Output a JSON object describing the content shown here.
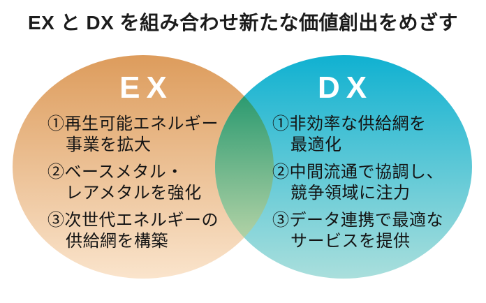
{
  "title": "EX と DX を組み合わせ新たな価値創出をめざす",
  "diagram": {
    "left": {
      "label": "EX",
      "items": [
        "①再生可能エネルギー\n事業を拡大",
        "②ベースメタル・\nレアメタルを強化",
        "③次世代エネルギーの\n供給網を構築"
      ]
    },
    "right": {
      "label": "DX",
      "items": [
        "①非効率な供給網を\n最適化",
        "②中間流通で協調し、\n競争領域に注力",
        "③データ連携で最適な\nサービスを提供"
      ]
    },
    "overlap_meaning": ""
  },
  "colors": {
    "ex_top": "#dd9c5c",
    "ex_bottom": "#fae4cc",
    "dx_top": "#10b1d1",
    "dx_bottom": "#aadfdc",
    "overlap_top": "#2b9a70",
    "overlap_bottom": "#b2d2a6",
    "title_text": "#1c1c1c",
    "body_text": "#141414",
    "label_text": "#ffffff"
  }
}
